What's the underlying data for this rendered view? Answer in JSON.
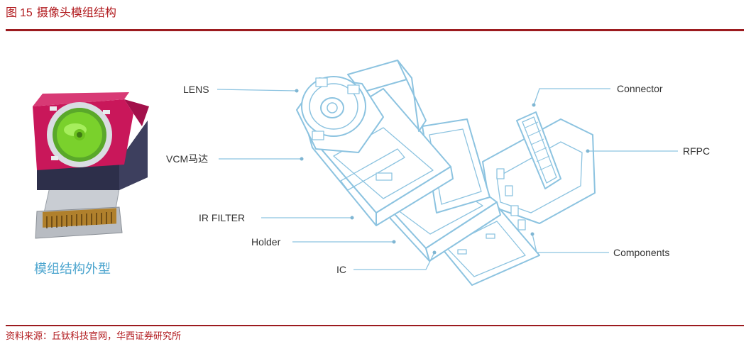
{
  "figure": {
    "label": "图",
    "number": "15",
    "title": "摄像头模组结构"
  },
  "source_note": "资料来源：丘钛科技官网，华西证券研究所",
  "diagram": {
    "photo_caption": "模组结构外型",
    "labels": {
      "lens": "LENS",
      "vcm": "VCM马达",
      "ir_filter": "IR FILTER",
      "holder": "Holder",
      "ic": "IC",
      "connector": "Connector",
      "rfpc": "RFPC",
      "components": "Components"
    },
    "colors": {
      "accent_red": "#9c1b1f",
      "line_blue": "#8cc3e0",
      "module_magenta": "#c9175a",
      "lens_green": "#7ad12c"
    }
  }
}
